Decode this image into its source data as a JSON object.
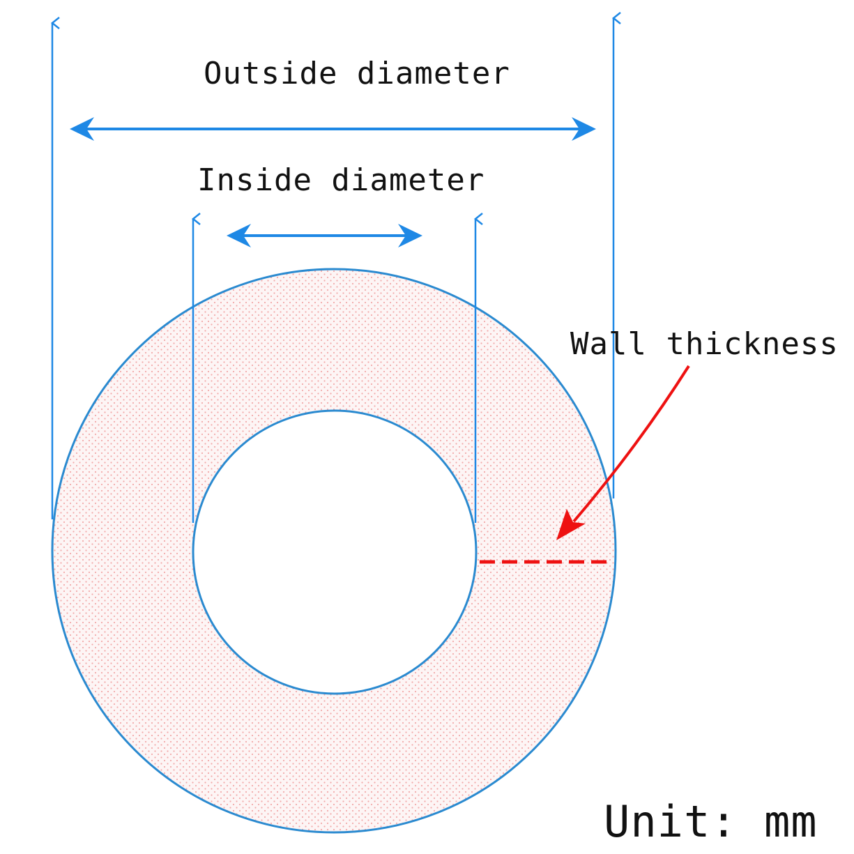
{
  "labels": {
    "outside_diameter": "Outside diameter",
    "inside_diameter": "Inside diameter",
    "wall_thickness": "Wall thickness",
    "unit": "Unit: mm"
  },
  "colors": {
    "dimension_lines": "#1e88e5",
    "ring_outline": "#2a8ad0",
    "ring_fill_dots": "#f4b4b4",
    "wall_thickness_marker": "#ee1111",
    "text": "#111111",
    "background": "#ffffff"
  }
}
